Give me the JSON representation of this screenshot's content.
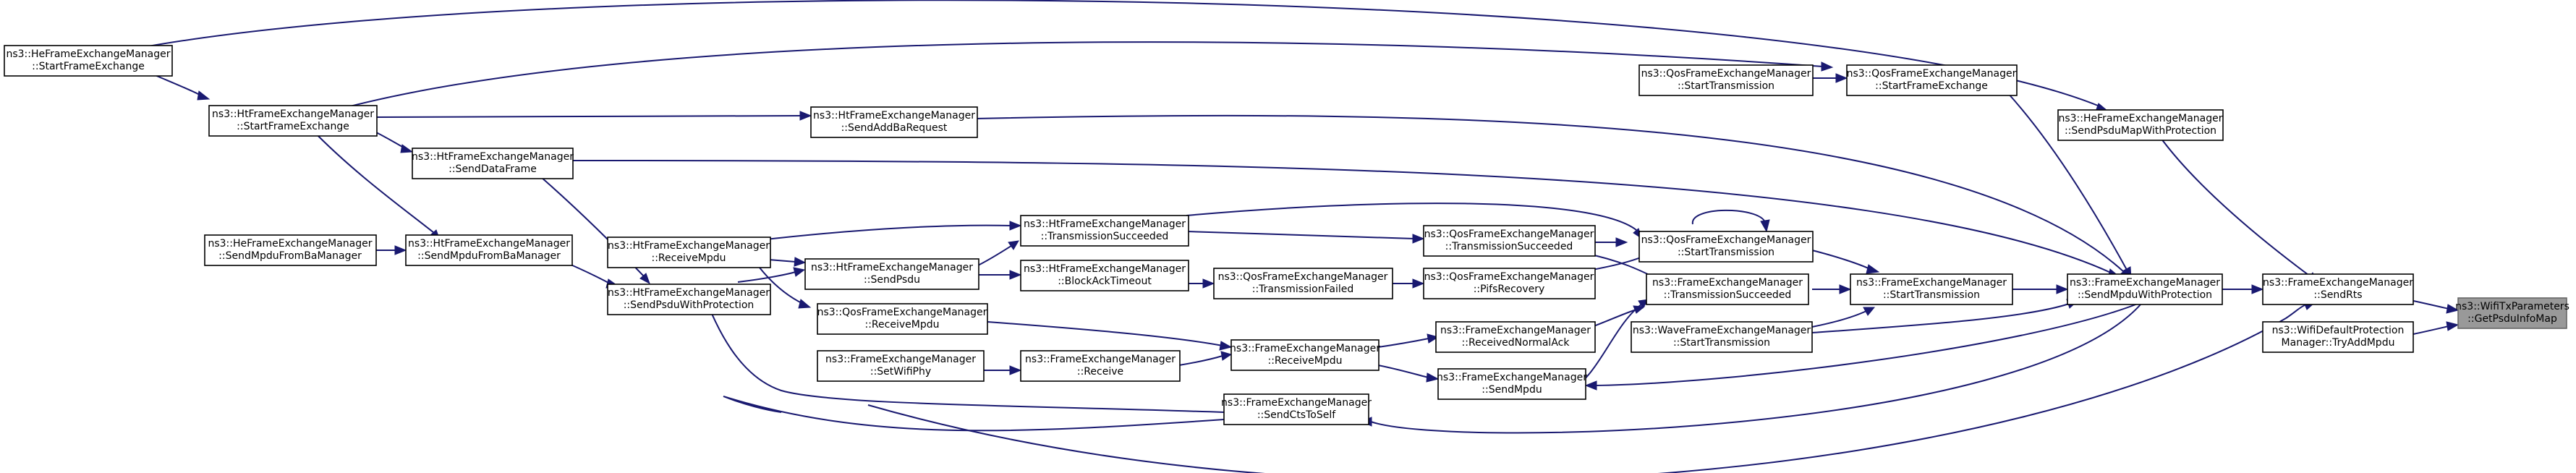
{
  "nodes": {
    "get_psdu_info_map": [
      "ns3::WifiTxParameters",
      "::GetPsduInfoMap"
    ],
    "send_rts": [
      "ns3::FrameExchangeManager",
      "::SendRts"
    ],
    "try_add_mpdu": [
      "ns3::WifiDefaultProtection",
      "Manager::TryAddMpdu"
    ],
    "send_mpdu_with_protection": [
      "ns3::FrameExchangeManager",
      "::SendMpduWithProtection"
    ],
    "he_send_psdu_map_with_protection": [
      "ns3::HeFrameExchangeManager",
      "::SendPsduMapWithProtection"
    ],
    "fem_start_transmission": [
      "ns3::FrameExchangeManager",
      "::StartTransmission"
    ],
    "qos_start_frame_exchange": [
      "ns3::QosFrameExchangeManager",
      "::StartFrameExchange"
    ],
    "qos_start_transmission_left": [
      "ns3::QosFrameExchangeManager",
      "::StartTransmission"
    ],
    "qos_start_transmission_self": [
      "ns3::QosFrameExchangeManager",
      "::StartTransmission"
    ],
    "fem_transmission_succeeded": [
      "ns3::FrameExchangeManager",
      "::TransmissionSucceeded"
    ],
    "wave_start_transmission": [
      "ns3::WaveFrameExchangeManager",
      "::StartTransmission"
    ],
    "fem_send_mpdu": [
      "ns3::FrameExchangeManager",
      "::SendMpdu"
    ],
    "fem_send_cts_to_self": [
      "ns3::FrameExchangeManager",
      "::SendCtsToSelf"
    ],
    "fem_received_normal_ack": [
      "ns3::FrameExchangeManager",
      "::ReceivedNormalAck"
    ],
    "fem_receive_mpdu": [
      "ns3::FrameExchangeManager",
      "::ReceiveMpdu"
    ],
    "fem_receive": [
      "ns3::FrameExchangeManager",
      "::Receive"
    ],
    "fem_set_wifi_phy": [
      "ns3::FrameExchangeManager",
      "::SetWifiPhy"
    ],
    "qos_receive_mpdu": [
      "ns3::QosFrameExchangeManager",
      "::ReceiveMpdu"
    ],
    "qos_transmission_succeeded": [
      "ns3::QosFrameExchangeManager",
      "::TransmissionSucceeded"
    ],
    "qos_pifs_recovery": [
      "ns3::QosFrameExchangeManager",
      "::PifsRecovery"
    ],
    "qos_transmission_failed": [
      "ns3::QosFrameExchangeManager",
      "::TransmissionFailed"
    ],
    "ht_transmission_succeeded": [
      "ns3::HtFrameExchangeManager",
      "::TransmissionSucceeded"
    ],
    "ht_send_psdu": [
      "ns3::HtFrameExchangeManager",
      "::SendPsdu"
    ],
    "ht_block_ack_timeout": [
      "ns3::HtFrameExchangeManager",
      "::BlockAckTimeout"
    ],
    "ht_receive_mpdu": [
      "ns3::HtFrameExchangeManager",
      "::ReceiveMpdu"
    ],
    "ht_send_psdu_with_protection": [
      "ns3::HtFrameExchangeManager",
      "::SendPsduWithProtection"
    ],
    "ht_send_add_ba_request": [
      "ns3::HtFrameExchangeManager",
      "::SendAddBaRequest"
    ],
    "ht_send_data_frame": [
      "ns3::HtFrameExchangeManager",
      "::SendDataFrame"
    ],
    "ht_send_mpdu_from_ba_manager": [
      "ns3::HtFrameExchangeManager",
      "::SendMpduFromBaManager"
    ],
    "he_send_mpdu_from_ba_manager": [
      "ns3::HeFrameExchangeManager",
      "::SendMpduFromBaManager"
    ],
    "ht_start_frame_exchange": [
      "ns3::HtFrameExchangeManager",
      "::StartFrameExchange"
    ],
    "he_start_frame_exchange": [
      "ns3::HeFrameExchangeManager",
      "::StartFrameExchange"
    ]
  }
}
